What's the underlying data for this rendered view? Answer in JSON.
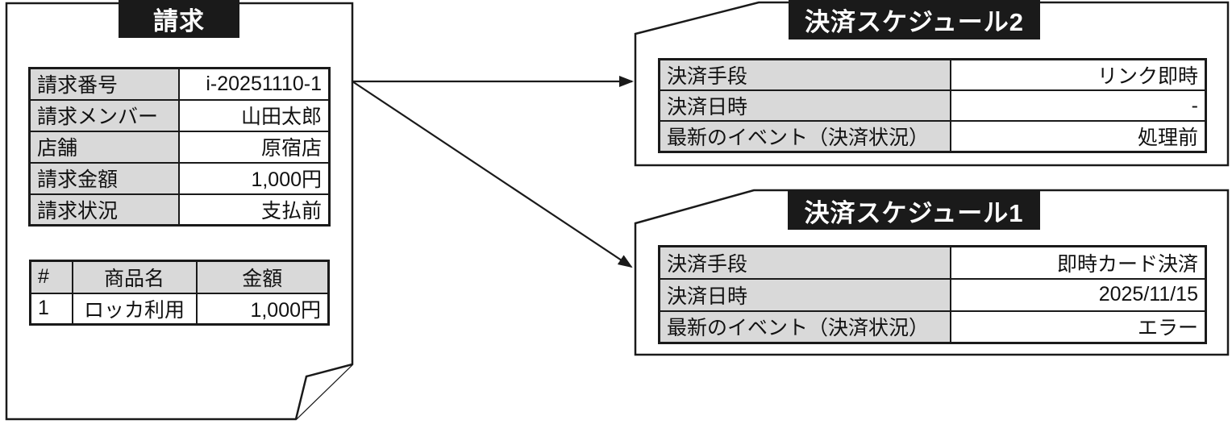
{
  "invoice": {
    "title": "請求",
    "fields": [
      {
        "label": "請求番号",
        "value": "i-20251110-1"
      },
      {
        "label": "請求メンバー",
        "value": "山田太郎"
      },
      {
        "label": "店舗",
        "value": "原宿店"
      },
      {
        "label": "請求金額",
        "value": "1,000円"
      },
      {
        "label": "請求状況",
        "value": "支払前"
      }
    ],
    "items": {
      "headers": [
        "#",
        "商品名",
        "金額"
      ],
      "rows": [
        [
          "1",
          "ロッカ利用",
          "1,000円"
        ]
      ]
    }
  },
  "schedules": [
    {
      "title": "決済スケジュール2",
      "fields": [
        {
          "label": "決済手段",
          "value": "リンク即時"
        },
        {
          "label": "決済日時",
          "value": "-"
        },
        {
          "label": "最新のイベント（決済状況）",
          "value": "処理前"
        }
      ]
    },
    {
      "title": "決済スケジュール1",
      "fields": [
        {
          "label": "決済手段",
          "value": "即時カード決済"
        },
        {
          "label": "決済日時",
          "value": "2025/11/15"
        },
        {
          "label": "最新のイベント（決済状況）",
          "value": "エラー"
        }
      ]
    }
  ],
  "colors": {
    "banner_bg": "#1a1a1a",
    "banner_text": "#ffffff",
    "border": "#1a1a1a",
    "label_cell_bg": "#d9d9d9",
    "value_cell_bg": "#ffffff"
  }
}
